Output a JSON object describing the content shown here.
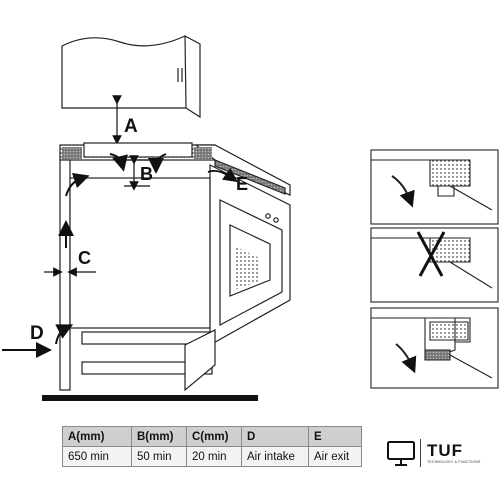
{
  "labels": {
    "a": "A",
    "b": "B",
    "c": "C",
    "d": "D",
    "e": "E"
  },
  "table": {
    "headers": [
      "A(mm)",
      "B(mm)",
      "C(mm)",
      "D",
      "E"
    ],
    "values": [
      "650 min",
      "50 min",
      "20 min",
      "Air intake",
      "Air exit"
    ]
  },
  "logo": {
    "brand": "TUF",
    "tagline": "TECHNOLOGY & FUNCTIONS"
  }
}
